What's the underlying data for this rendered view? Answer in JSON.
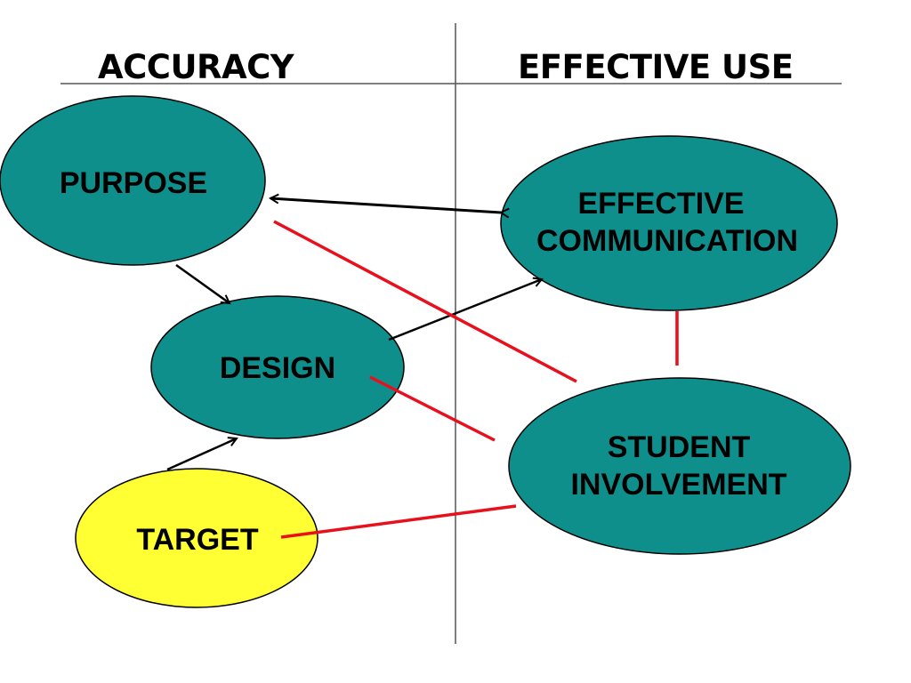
{
  "headings": {
    "left": "ACCURACY",
    "right": "EFFECTIVE USE"
  },
  "nodes": {
    "purpose": {
      "label": "PURPOSE"
    },
    "design": {
      "label": "DESIGN"
    },
    "target": {
      "label": "TARGET"
    },
    "effective_communication": {
      "line1": "EFFECTIVE",
      "line2": "COMMUNICATION"
    },
    "student_involvement": {
      "line1": "STUDENT",
      "line2": "INVOLVEMENT"
    }
  },
  "colors": {
    "node_fill": "#0f8f8c",
    "target_fill": "#ffff33",
    "outline": "#000000",
    "arrow": "#000000",
    "link": "#e8101c",
    "divider": "#555555"
  }
}
